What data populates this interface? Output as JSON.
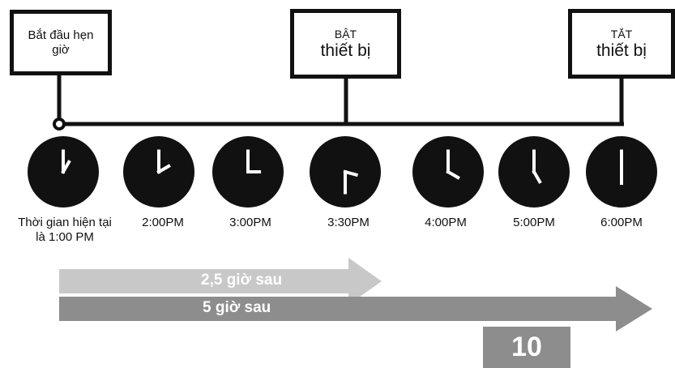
{
  "start_box": {
    "text": "Bắt đầu hẹn giờ"
  },
  "on_box": {
    "line1": "BẬT",
    "line2": "thiết bị"
  },
  "off_box": {
    "line1": "TẮT",
    "line2": "thiết bị"
  },
  "clocks": [
    {
      "label_line1": "Thời gian hiện tại",
      "label_line2": "là 1:00 PM",
      "hour": 1,
      "minute": 0
    },
    {
      "label_line1": "2:00PM",
      "label_line2": "",
      "hour": 2,
      "minute": 0
    },
    {
      "label_line1": "3:00PM",
      "label_line2": "",
      "hour": 3,
      "minute": 0
    },
    {
      "label_line1": "3:30PM",
      "label_line2": "",
      "hour": 3,
      "minute": 30
    },
    {
      "label_line1": "4:00PM",
      "label_line2": "",
      "hour": 4,
      "minute": 0
    },
    {
      "label_line1": "5:00PM",
      "label_line2": "",
      "hour": 5,
      "minute": 0
    },
    {
      "label_line1": "6:00PM",
      "label_line2": "",
      "hour": 6,
      "minute": 0
    }
  ],
  "arrows": {
    "short_label": "2,5 giờ sau",
    "long_label": "5 giờ sau"
  },
  "page_number": "10",
  "colors": {
    "line": "#111111",
    "short_arrow": "#c8c8c8",
    "long_arrow": "#8d8d8d",
    "badge": "#8d8d8d"
  }
}
